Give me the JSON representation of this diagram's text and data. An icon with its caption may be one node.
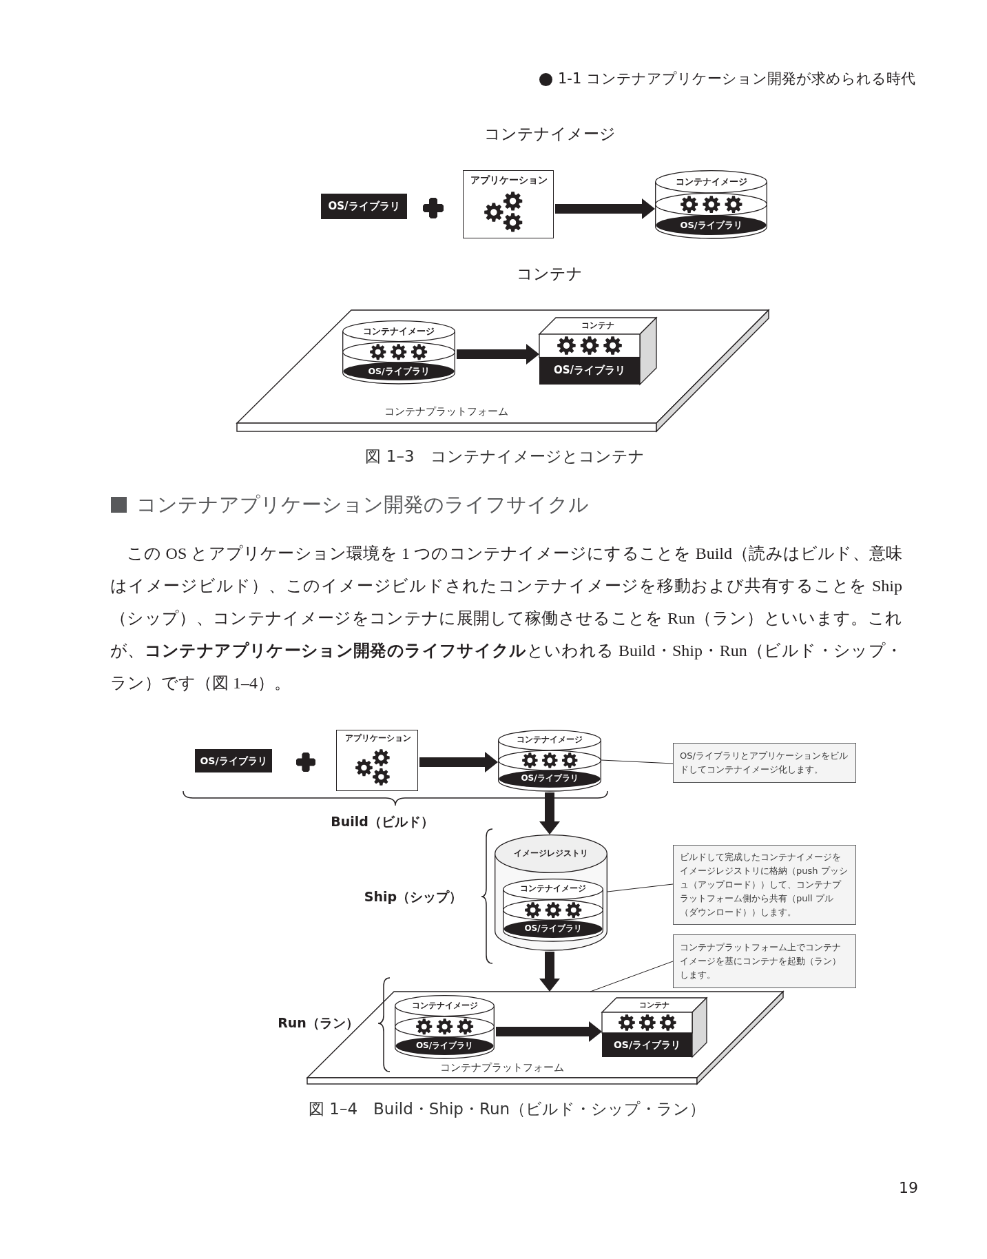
{
  "diagram": {
    "nodes": [
      {
        "text": [
          "OS/ライブラリ"
        ]
      },
      {
        "text": [
          "アプリケーション"
        ]
      },
      {
        "text": [
          "コンテナイメージ",
          "OS/ライブラリ"
        ]
      },
      {
        "text": [
          "コンテナプラットフォーム"
        ]
      },
      {
        "text": [
          "コンテナイメージ",
          "OS/ライブラリ"
        ],
        "in": 3
      },
      {
        "text": [
          "コンテナ",
          "OS/ライブラリ"
        ],
        "in": 3
      },
      {
        "text": [
          "OS/ライブラリ"
        ]
      },
      {
        "text": [
          "アプリケーション"
        ]
      },
      {
        "text": [
          "コンテナイメージ",
          "OS/ライブラリ"
        ]
      },
      {
        "text": [
          "OS/ライブラリとアプリケーションをビルドしてコンテナイメージ化します。"
        ]
      },
      {
        "text": [
          "イメージレジストリ"
        ]
      },
      {
        "text": [
          "コンテナイメージ",
          "OS/ライブラリ"
        ],
        "in": 10
      },
      {
        "text": [
          "ビルドして完成したコンテナイメージをイメージレジストリに格納（push プッシュ（アップロード））して、コンテナプラットフォーム側から共有（pull プル（ダウンロード））します。"
        ]
      },
      {
        "text": [
          "コンテナプラットフォーム上でコンテナイメージを基にコンテナを起動（ラン）します。"
        ]
      },
      {
        "text": [
          "コンテナプラットフォーム"
        ]
      },
      {
        "text": [
          "コンテナイメージ",
          "OS/ライブラリ"
        ],
        "in": 14
      },
      {
        "text": [
          "コンテナ",
          "OS/ライブラリ"
        ],
        "in": 14
      }
    ],
    "edges": [
      {
        "from": 1,
        "to": 2,
        "arrow": "to"
      },
      {
        "from": 4,
        "to": 5,
        "arrow": "to"
      },
      {
        "from": 7,
        "to": 8,
        "arrow": "to"
      },
      {
        "from": 9,
        "to": 8,
        "arrow": "none"
      },
      {
        "from": 8,
        "to": 10,
        "arrow": "to"
      },
      {
        "from": 12,
        "to": 10,
        "arrow": "none"
      },
      {
        "from": 10,
        "to": 14,
        "arrow": "to"
      },
      {
        "from": 13,
        "to": 14,
        "arrow": "none"
      },
      {
        "from": 15,
        "to": 16,
        "arrow": "to"
      }
    ],
    "labels": [
      "1-1 コンテナアプリケーション開発が求められる時代",
      "コンテナイメージ",
      "コンテナ",
      "図 1–3　コンテナイメージとコンテナ",
      "コンテナアプリケーション開発のライフサイクル",
      "この OS とアプリケーション環境を 1 つのコンテナイメージにすることを Build（読みはビルド、意味はイメージビルド）、このイメージビルドされたコンテナイメージを移動および共有することを Ship（シップ）、コンテナイメージをコンテナに展開して稼働させることを Run（ラン）といいます。これが、**コンテナアプリケーション開発のライフサイクル**といわれる Build・Ship・Run（ビルド・シップ・ラン）です（図 1–4）。",
      "Build（ビルド）",
      "Ship（シップ）",
      "Run（ラン）",
      "図 1–4　Build・Ship・Run（ビルド・シップ・ラン）",
      "19"
    ]
  }
}
